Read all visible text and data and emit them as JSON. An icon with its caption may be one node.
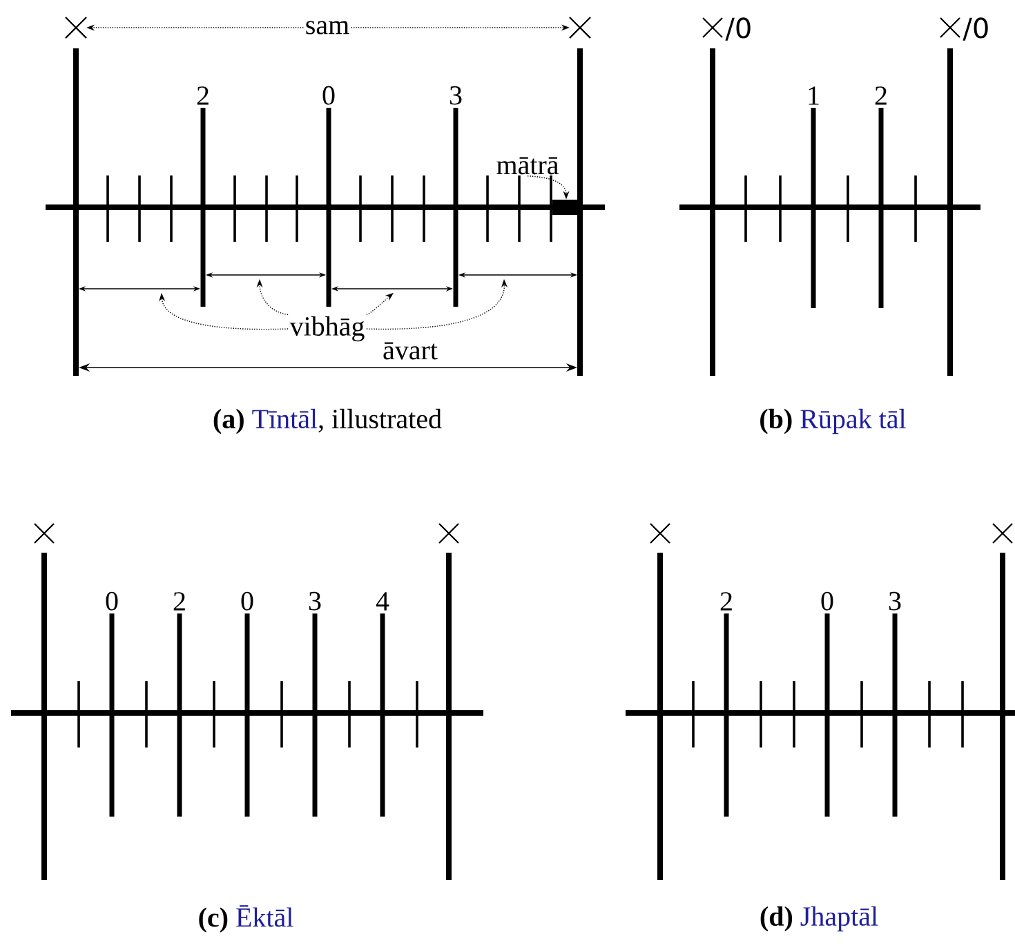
{
  "diagram": {
    "nodes": [
      {
        "text": [
          "sam"
        ]
      },
      {
        "text": [],
        "shape": "cross"
      },
      {
        "text": [],
        "shape": "cross"
      },
      {
        "text": [
          "mātrā"
        ]
      },
      {
        "text": [],
        "shape": "bar"
      },
      {
        "text": [
          "vibhāg"
        ]
      }
    ],
    "edges": [
      {
        "from": 0,
        "to": 1,
        "arrow": "to",
        "style": "dashed"
      },
      {
        "from": 0,
        "to": 2,
        "arrow": "to",
        "style": "dashed"
      },
      {
        "from": 3,
        "to": 4,
        "arrow": "to",
        "style": "dashed"
      },
      {
        "from": 5,
        "to": null,
        "arrow": "to",
        "style": "dashed"
      },
      {
        "from": 5,
        "to": null,
        "arrow": "to",
        "style": "dashed"
      },
      {
        "from": 5,
        "to": null,
        "arrow": "to",
        "style": "dashed"
      },
      {
        "from": 5,
        "to": null,
        "arrow": "to",
        "style": "dashed"
      }
    ],
    "labels": [
      "2",
      "0",
      "3",
      "āvart",
      "(a)",
      "Tīntāl",
      ", illustrated",
      "/0",
      "/0",
      "1",
      "2",
      "(b)",
      "Rūpak tāl",
      "0",
      "2",
      "0",
      "3",
      "4",
      "(c)",
      "Ēktāl",
      "2",
      "0",
      "3",
      "(d)",
      "Jhaptāl"
    ]
  }
}
